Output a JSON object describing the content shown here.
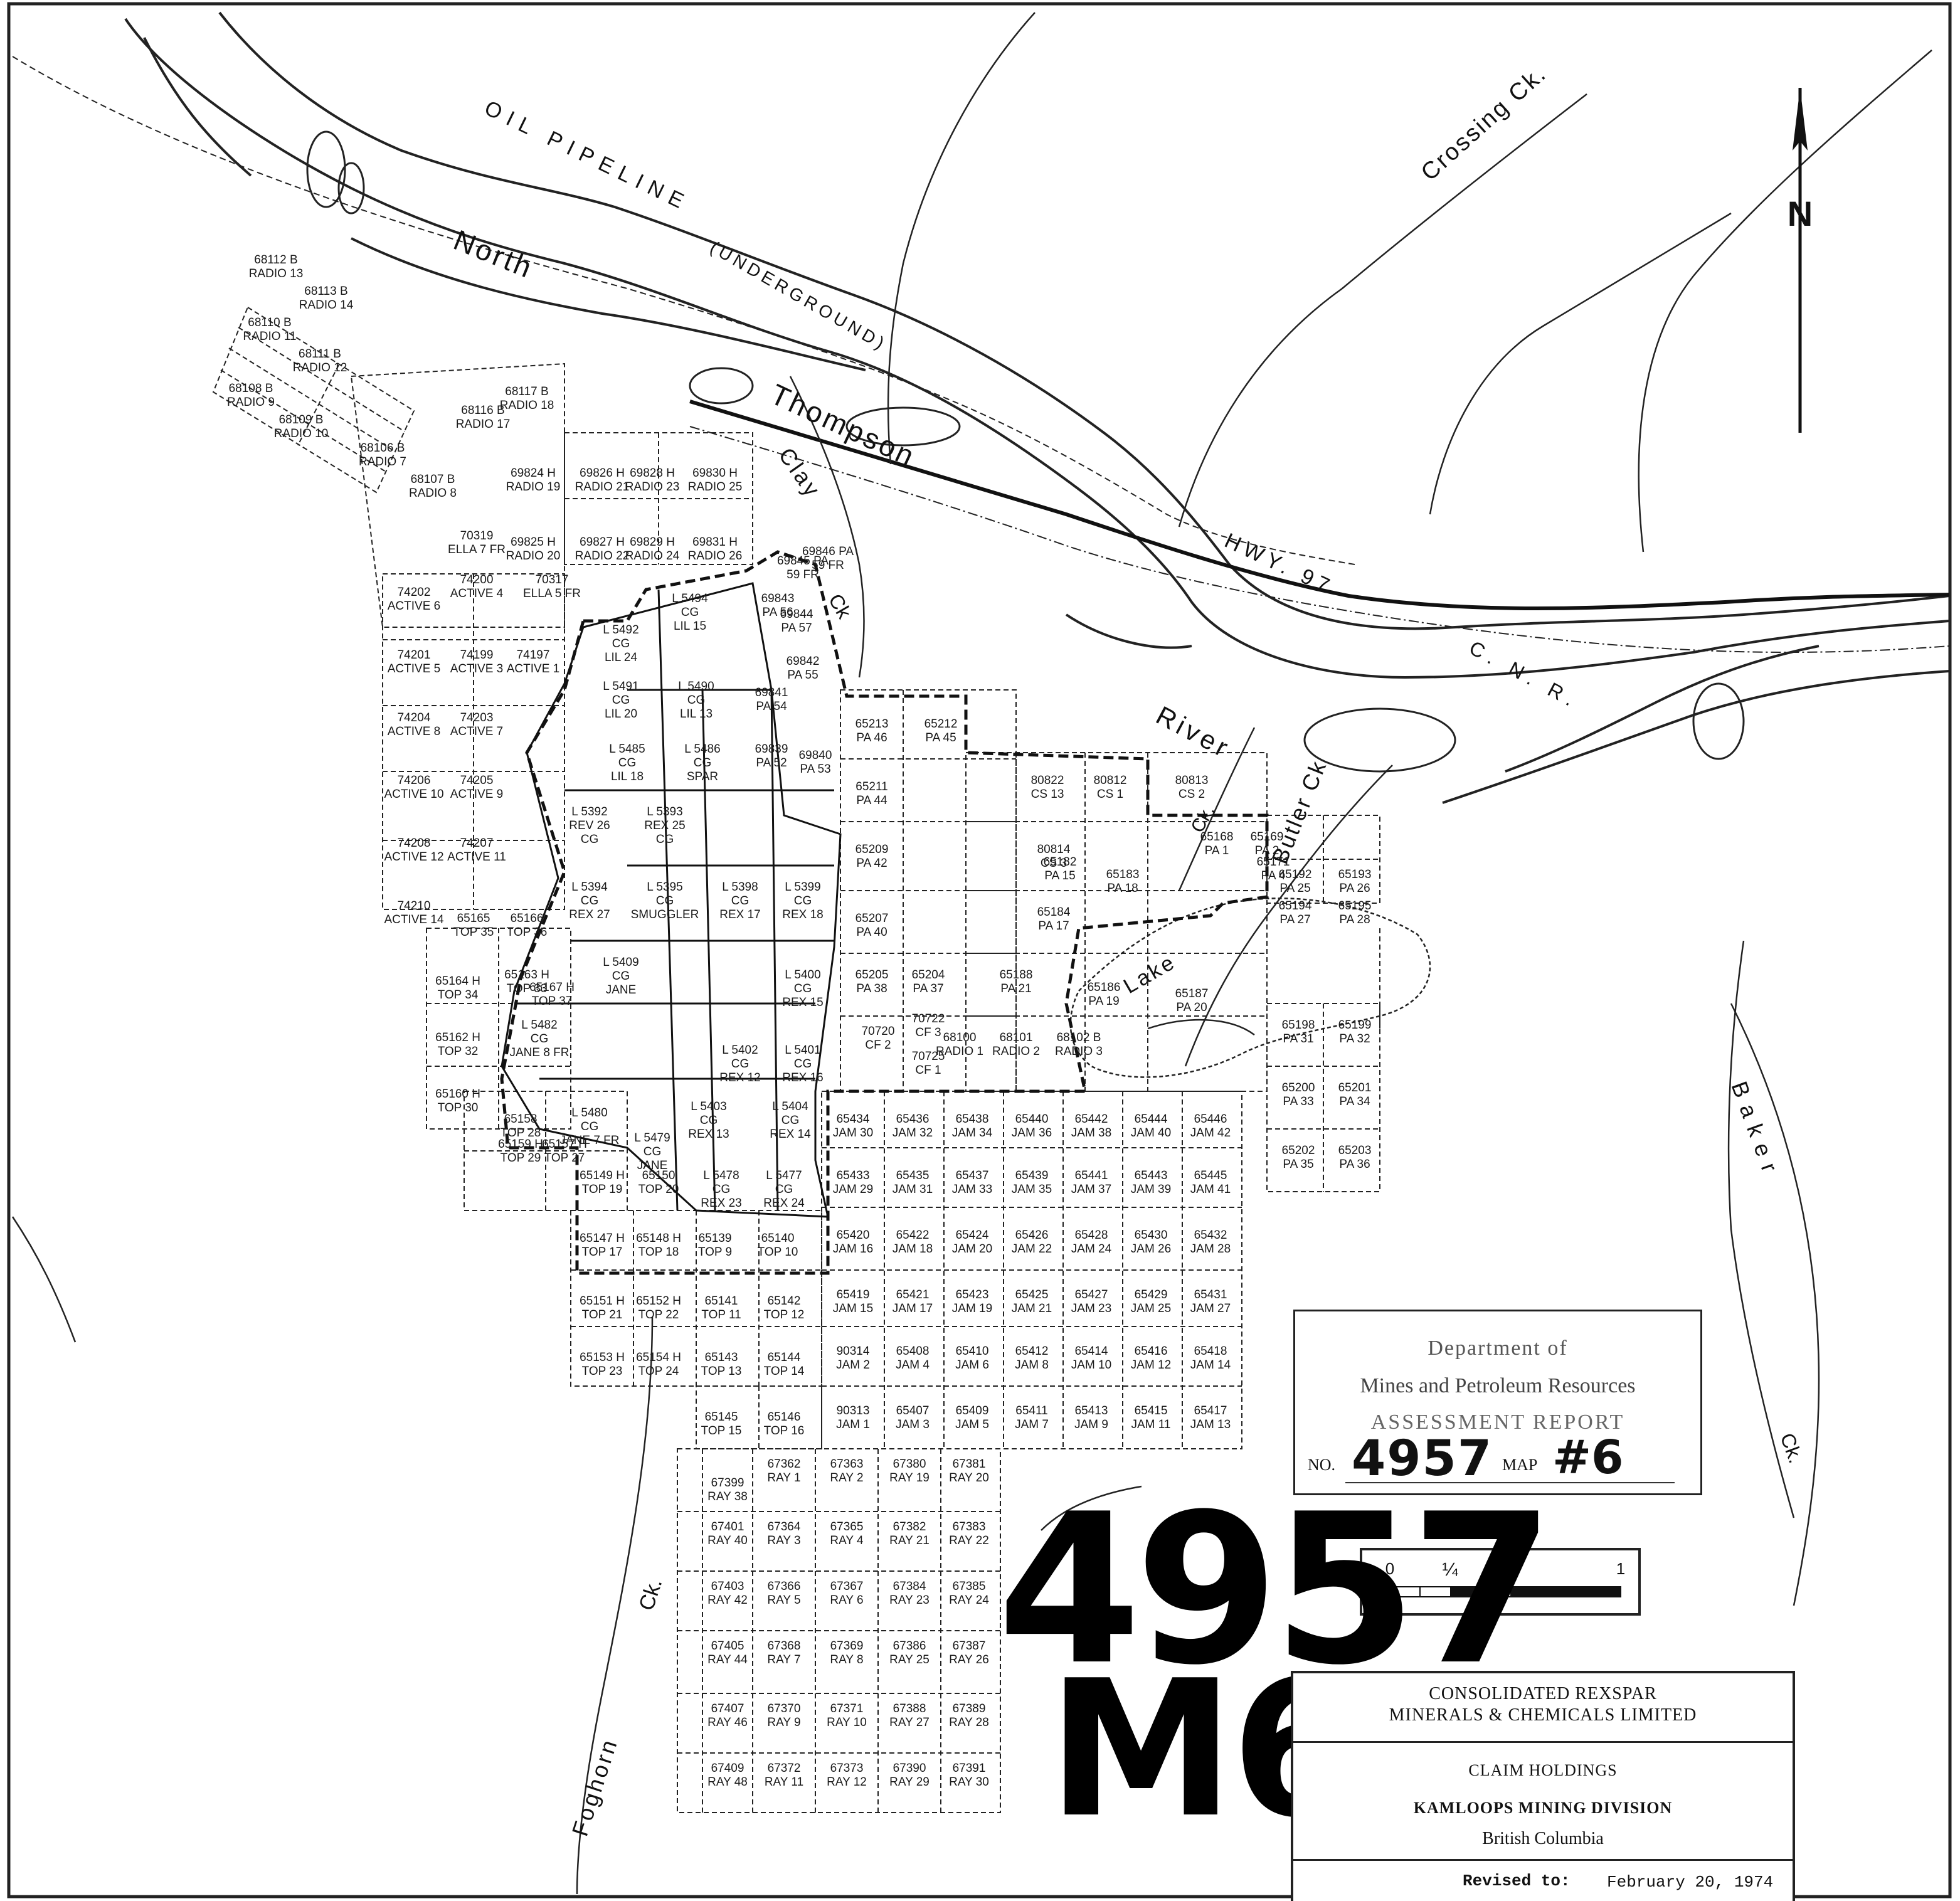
{
  "labels": {
    "oil_pipeline": "OIL PIPELINE",
    "underground": "(UNDERGROUND)",
    "north": "North",
    "thompson": "Thompson",
    "river": "River",
    "hwy": "HWY. 97",
    "cnr": "C. N. R.",
    "clay": "Clay",
    "ck_clay": "Ck",
    "crossing_ck": "Crossing Ck.",
    "butler_ck": "Butler Ck",
    "baker": "Baker",
    "baker_ck": "Ck.",
    "foghorn": "Foghorn",
    "foghorn_ck": "Ck.",
    "lake": "Lake",
    "lake_ck": "Ck."
  },
  "north_arrow": {
    "letter": "N"
  },
  "scale": {
    "ticks": [
      "0",
      "¼",
      "½",
      "1"
    ]
  },
  "assessment_stamp": {
    "line1": "Department of",
    "line2": "Mines and Petroleum Resources",
    "line3": "ASSESSMENT REPORT",
    "no_label": "NO.",
    "report_no": "4957",
    "map_label": "MAP",
    "map_no": "#6"
  },
  "handwritten": {
    "report": "4957",
    "map": "M6"
  },
  "title_block": {
    "company_line1": "CONSOLIDATED REXSPAR",
    "company_line2": "MINERALS & CHEMICALS LIMITED",
    "title": "CLAIM HOLDINGS",
    "division": "KAMLOOPS MINING DIVISION",
    "province": "British Columbia",
    "revised_label": "Revised to:",
    "revised_date": "February 20, 1974"
  },
  "claims": [
    [
      "68112 B",
      "RADIO 13"
    ],
    [
      "68113 B",
      "RADIO 14"
    ],
    [
      "68110 B",
      "RADIO 11"
    ],
    [
      "68111 B",
      "RADIO 12"
    ],
    [
      "68108 B",
      "RADIO 9"
    ],
    [
      "68109 B",
      "RADIO 10"
    ],
    [
      "68106 B",
      "RADIO 7"
    ],
    [
      "68107 B",
      "RADIO 8"
    ],
    [
      "68116 B",
      "RADIO 17"
    ],
    [
      "68117 B",
      "RADIO 18"
    ],
    [
      "69824 H",
      "RADIO 19"
    ],
    [
      "69826 H",
      "RADIO 21"
    ],
    [
      "69828 H",
      "RADIO 23"
    ],
    [
      "69830 H",
      "RADIO 25"
    ],
    [
      "69825 H",
      "RADIO 20"
    ],
    [
      "69827 H",
      "RADIO 22"
    ],
    [
      "69829 H",
      "RADIO 24"
    ],
    [
      "69831 H",
      "RADIO 26"
    ],
    [
      "70319",
      "ELLA 7 FR"
    ],
    [
      "70317",
      "ELLA 5 FR"
    ],
    [
      "74202",
      "ACTIVE 6"
    ],
    [
      "74200",
      "ACTIVE 4"
    ],
    [
      "74201",
      "ACTIVE 5"
    ],
    [
      "74199",
      "ACTIVE 3"
    ],
    [
      "74197",
      "ACTIVE 1"
    ],
    [
      "74204",
      "ACTIVE 8"
    ],
    [
      "74203",
      "ACTIVE 7"
    ],
    [
      "74206",
      "ACTIVE 10"
    ],
    [
      "74205",
      "ACTIVE 9"
    ],
    [
      "74208",
      "ACTIVE 12"
    ],
    [
      "74207",
      "ACTIVE 11"
    ],
    [
      "74210",
      "ACTIVE 14"
    ],
    [
      "L 5492",
      "CG LIL 24"
    ],
    [
      "L 5494",
      "CG LIL 15"
    ],
    [
      "L 5491",
      "CG LIL 20"
    ],
    [
      "L 5490",
      "CG LIL 13"
    ],
    [
      "L 5485",
      "CG LIL 18"
    ],
    [
      "L 5486",
      "CG SPAR"
    ],
    [
      "69845 PA",
      "59 FR"
    ],
    [
      "69846 PA",
      "59 FR"
    ],
    [
      "69843",
      "PA 56"
    ],
    [
      "69844",
      "PA 57"
    ],
    [
      "69842",
      "PA 55"
    ],
    [
      "69841",
      "PA 54"
    ],
    [
      "69839",
      "PA 52"
    ],
    [
      "69840",
      "PA 53"
    ],
    [
      "L 5392",
      "REV 26 CG"
    ],
    [
      "L 5393",
      "REX 25 CG"
    ],
    [
      "L 5394",
      "CG REX 27"
    ],
    [
      "L 5395",
      "CG SMUGGLER"
    ],
    [
      "L 5398",
      "CG REX 17"
    ],
    [
      "L 5399",
      "CG REX 18"
    ],
    [
      "L 5409",
      "CG JANE"
    ],
    [
      "L 5400",
      "CG REX 15"
    ],
    [
      "L 5482",
      "CG JANE 8 FR"
    ],
    [
      "L 5402",
      "CG REX 12"
    ],
    [
      "L 5401",
      "CG REX 16"
    ],
    [
      "L 5480",
      "CG JANE 7 FR"
    ],
    [
      "L 5403",
      "CG REX 13"
    ],
    [
      "L 5404",
      "CG REX 14"
    ],
    [
      "L 5479",
      "CG JANE"
    ],
    [
      "L 5478",
      "CG REX 23"
    ],
    [
      "L 5477",
      "CG REX 24"
    ],
    [
      "65213",
      "PA 46"
    ],
    [
      "65212",
      "PA 45"
    ],
    [
      "65211",
      "PA 44"
    ],
    [
      "65209",
      "PA 42"
    ],
    [
      "65207",
      "PA 40"
    ],
    [
      "65205",
      "PA 38"
    ],
    [
      "65204",
      "PA 37"
    ],
    [
      "70720",
      "CF 2"
    ],
    [
      "70722",
      "CF 3"
    ],
    [
      "68100",
      "RADIO 1"
    ],
    [
      "70725",
      "CF 1"
    ],
    [
      "80822",
      "CS 13"
    ],
    [
      "80812",
      "CS 1"
    ],
    [
      "80813",
      "CS 2"
    ],
    [
      "80814",
      "CS 3"
    ],
    [
      "65184",
      "PA 17"
    ],
    [
      "65182",
      "PA 15"
    ],
    [
      "65183",
      "PA 18"
    ],
    [
      "65188",
      "PA 21"
    ],
    [
      "68101",
      "RADIO 2"
    ],
    [
      "68102 B",
      "RADIO 3"
    ],
    [
      "65168",
      "PA 1"
    ],
    [
      "65169",
      "PA 2"
    ],
    [
      "65171",
      "PA 4"
    ],
    [
      "65192",
      "PA 25"
    ],
    [
      "65193",
      "PA 26"
    ],
    [
      "65194",
      "PA 27"
    ],
    [
      "65195",
      "PA 28"
    ],
    [
      "65187",
      "PA 20"
    ],
    [
      "65186",
      "PA 19"
    ],
    [
      "65198",
      "PA 31"
    ],
    [
      "65199",
      "PA 32"
    ],
    [
      "65200",
      "PA 33"
    ],
    [
      "65201",
      "PA 34"
    ],
    [
      "65202",
      "PA 35"
    ],
    [
      "65203",
      "PA 36"
    ],
    [
      "65165",
      "TOP 35"
    ],
    [
      "65166",
      "TOP 36"
    ],
    [
      "65164 H",
      "TOP 34"
    ],
    [
      "65163 H",
      "TOP 33"
    ],
    [
      "65167 H",
      "TOP 37"
    ],
    [
      "65162 H",
      "TOP 32"
    ],
    [
      "65160 H",
      "TOP 30"
    ],
    [
      "65158",
      "TOP 28"
    ],
    [
      "65159 H",
      "TOP 29"
    ],
    [
      "65157 H",
      "TOP 27"
    ],
    [
      "65149 H",
      "TOP 19"
    ],
    [
      "65150",
      "TOP 20"
    ],
    [
      "65147 H",
      "TOP 17"
    ],
    [
      "65148 H",
      "TOP 18"
    ],
    [
      "65139",
      "TOP 9"
    ],
    [
      "65140",
      "TOP 10"
    ],
    [
      "65151 H",
      "TOP 21"
    ],
    [
      "65152 H",
      "TOP 22"
    ],
    [
      "65141",
      "TOP 11"
    ],
    [
      "65142",
      "TOP 12"
    ],
    [
      "65153 H",
      "TOP 23"
    ],
    [
      "65154 H",
      "TOP 24"
    ],
    [
      "65143",
      "TOP 13"
    ],
    [
      "65144",
      "TOP 14"
    ],
    [
      "65145",
      "TOP 15"
    ],
    [
      "65146",
      "TOP 16"
    ],
    [
      "65434",
      "JAM 30"
    ],
    [
      "65436",
      "JAM 32"
    ],
    [
      "65438",
      "JAM 34"
    ],
    [
      "65440",
      "JAM 36"
    ],
    [
      "65442",
      "JAM 38"
    ],
    [
      "65444",
      "JAM 40"
    ],
    [
      "65446",
      "JAM 42"
    ],
    [
      "65433",
      "JAM 29"
    ],
    [
      "65435",
      "JAM 31"
    ],
    [
      "65437",
      "JAM 33"
    ],
    [
      "65439",
      "JAM 35"
    ],
    [
      "65441",
      "JAM 37"
    ],
    [
      "65443",
      "JAM 39"
    ],
    [
      "65445",
      "JAM 41"
    ],
    [
      "65420",
      "JAM 16"
    ],
    [
      "65422",
      "JAM 18"
    ],
    [
      "65424",
      "JAM 20"
    ],
    [
      "65426",
      "JAM 22"
    ],
    [
      "65428",
      "JAM 24"
    ],
    [
      "65430",
      "JAM 26"
    ],
    [
      "65432",
      "JAM 28"
    ],
    [
      "65419",
      "JAM 15"
    ],
    [
      "65421",
      "JAM 17"
    ],
    [
      "65423",
      "JAM 19"
    ],
    [
      "65425",
      "JAM 21"
    ],
    [
      "65427",
      "JAM 23"
    ],
    [
      "65429",
      "JAM 25"
    ],
    [
      "65431",
      "JAM 27"
    ],
    [
      "90314",
      "JAM 2"
    ],
    [
      "65408",
      "JAM 4"
    ],
    [
      "65410",
      "JAM 6"
    ],
    [
      "65412",
      "JAM 8"
    ],
    [
      "65414",
      "JAM 10"
    ],
    [
      "65416",
      "JAM 12"
    ],
    [
      "65418",
      "JAM 14"
    ],
    [
      "90313",
      "JAM 1"
    ],
    [
      "65407",
      "JAM 3"
    ],
    [
      "65409",
      "JAM 5"
    ],
    [
      "65411",
      "JAM 7"
    ],
    [
      "65413",
      "JAM 9"
    ],
    [
      "65415",
      "JAM 11"
    ],
    [
      "65417",
      "JAM 13"
    ],
    [
      "67399",
      "RAY 38"
    ],
    [
      "67362",
      "RAY 1"
    ],
    [
      "67363",
      "RAY 2"
    ],
    [
      "67380",
      "RAY 19"
    ],
    [
      "67381",
      "RAY 20"
    ],
    [
      "67401",
      "RAY 40"
    ],
    [
      "67364",
      "RAY 3"
    ],
    [
      "67365",
      "RAY 4"
    ],
    [
      "67382",
      "RAY 21"
    ],
    [
      "67383",
      "RAY 22"
    ],
    [
      "67403",
      "RAY 42"
    ],
    [
      "67366",
      "RAY 5"
    ],
    [
      "67367",
      "RAY 6"
    ],
    [
      "67384",
      "RAY 23"
    ],
    [
      "67385",
      "RAY 24"
    ],
    [
      "67405",
      "RAY 44"
    ],
    [
      "67368",
      "RAY 7"
    ],
    [
      "67369",
      "RAY 8"
    ],
    [
      "67386",
      "RAY 25"
    ],
    [
      "67387",
      "RAY 26"
    ],
    [
      "67407",
      "RAY 46"
    ],
    [
      "67370",
      "RAY 9"
    ],
    [
      "67371",
      "RAY 10"
    ],
    [
      "67388",
      "RAY 27"
    ],
    [
      "67389",
      "RAY 28"
    ],
    [
      "67409",
      "RAY 48"
    ],
    [
      "67372",
      "RAY 11"
    ],
    [
      "67373",
      "RAY 12"
    ],
    [
      "67390",
      "RAY 29"
    ],
    [
      "67391",
      "RAY 30"
    ]
  ]
}
